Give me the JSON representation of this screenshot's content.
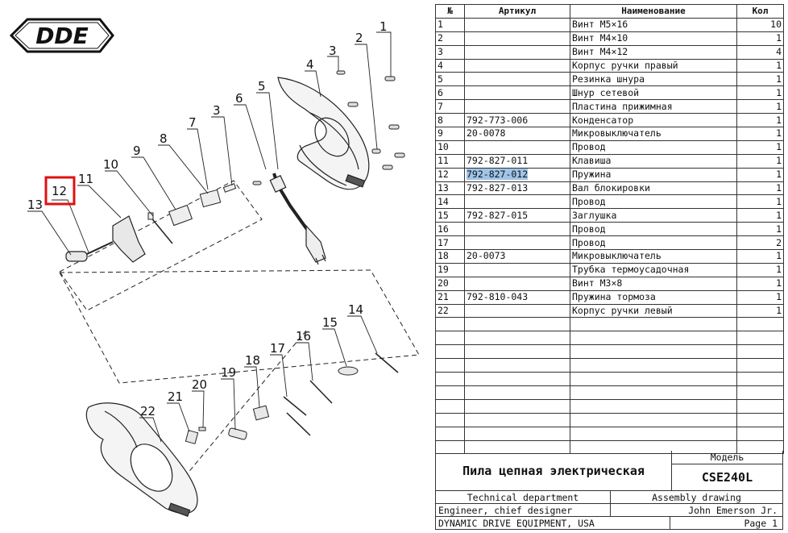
{
  "logo": {
    "text": "DDE"
  },
  "callouts": [
    {
      "label": "1"
    },
    {
      "label": "2"
    },
    {
      "label": "3"
    },
    {
      "label": "4"
    },
    {
      "label": "5"
    },
    {
      "label": "6"
    },
    {
      "label": "3"
    },
    {
      "label": "7"
    },
    {
      "label": "8"
    },
    {
      "label": "9"
    },
    {
      "label": "10"
    },
    {
      "label": "11"
    },
    {
      "label": "12"
    },
    {
      "label": "13"
    },
    {
      "label": "14"
    },
    {
      "label": "15"
    },
    {
      "label": "16"
    },
    {
      "label": "17"
    },
    {
      "label": "18"
    },
    {
      "label": "19"
    },
    {
      "label": "20"
    },
    {
      "label": "21"
    },
    {
      "label": "22"
    }
  ],
  "highlighted_callout": "12",
  "table": {
    "headers": {
      "num": "№",
      "article": "Артикул",
      "name": "Наименование",
      "qty": "Кол"
    },
    "rows": [
      {
        "num": "1",
        "article": "",
        "name": "Винт M5×16",
        "qty": "10"
      },
      {
        "num": "2",
        "article": "",
        "name": "Винт M4×10",
        "qty": "1"
      },
      {
        "num": "3",
        "article": "",
        "name": "Винт M4×12",
        "qty": "4"
      },
      {
        "num": "4",
        "article": "",
        "name": "Корпус ручки правый",
        "qty": "1"
      },
      {
        "num": "5",
        "article": "",
        "name": "Резинка шнура",
        "qty": "1"
      },
      {
        "num": "6",
        "article": "",
        "name": "Шнур сетевой",
        "qty": "1"
      },
      {
        "num": "7",
        "article": "",
        "name": "Пластина прижимная",
        "qty": "1"
      },
      {
        "num": "8",
        "article": "792-773-006",
        "name": "Конденсатор",
        "qty": "1"
      },
      {
        "num": "9",
        "article": "20-0078",
        "name": "Микровыключатель",
        "qty": "1"
      },
      {
        "num": "10",
        "article": "",
        "name": "Провод",
        "qty": "1"
      },
      {
        "num": "11",
        "article": "792-827-011",
        "name": "Клавиша",
        "qty": "1"
      },
      {
        "num": "12",
        "article": "792-827-012",
        "name": "Пружина",
        "qty": "1",
        "highlight": true
      },
      {
        "num": "13",
        "article": "792-827-013",
        "name": "Вал блокировки",
        "qty": "1"
      },
      {
        "num": "14",
        "article": "",
        "name": "Провод",
        "qty": "1"
      },
      {
        "num": "15",
        "article": "792-827-015",
        "name": "Заглушка",
        "qty": "1"
      },
      {
        "num": "16",
        "article": "",
        "name": "Провод",
        "qty": "1"
      },
      {
        "num": "17",
        "article": "",
        "name": "Провод",
        "qty": "2"
      },
      {
        "num": "18",
        "article": "20-0073",
        "name": "Микровыключатель",
        "qty": "1"
      },
      {
        "num": "19",
        "article": "",
        "name": "Трубка термоусадочная",
        "qty": "1"
      },
      {
        "num": "20",
        "article": "",
        "name": "Винт M3×8",
        "qty": "1"
      },
      {
        "num": "21",
        "article": "792-810-043",
        "name": "Пружина тормоза",
        "qty": "1"
      },
      {
        "num": "22",
        "article": "",
        "name": "Корпус ручки левый",
        "qty": "1"
      }
    ],
    "empty_row_count": 10
  },
  "title_block": {
    "model_label": "Модель",
    "title": "Пила цепная электрическая",
    "model": "CSE240L",
    "department": "Technical department",
    "drawing_type": "Assembly drawing",
    "role": "Engineer, chief designer",
    "engineer": "John Emerson Jr.",
    "company": "DYNAMIC DRIVE EQUIPMENT, USA",
    "page": "Page 1"
  }
}
